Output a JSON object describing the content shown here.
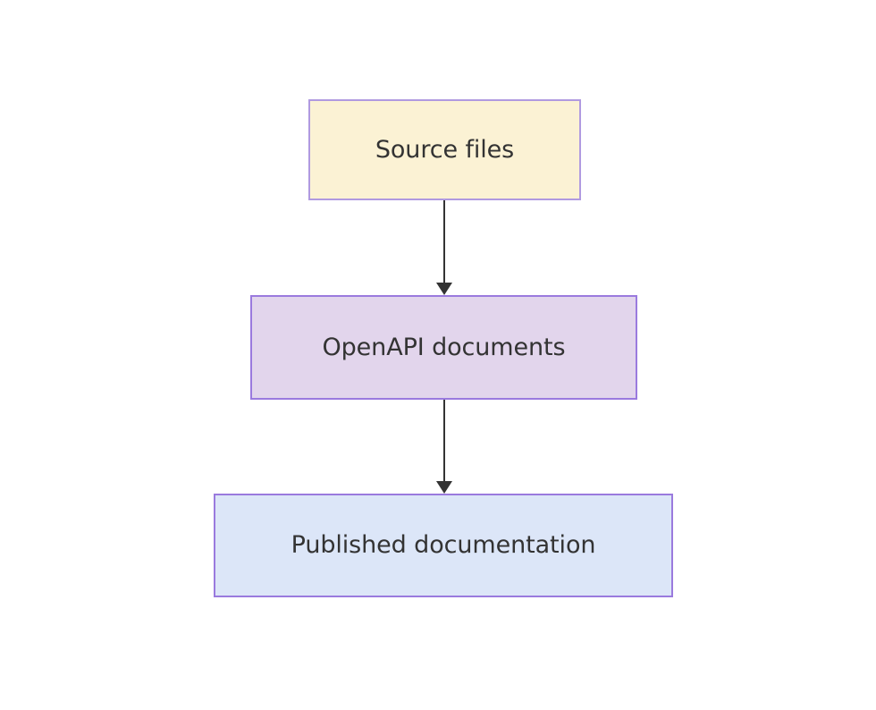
{
  "diagram": {
    "type": "flowchart",
    "direction": "top-to-bottom",
    "background_color": "#ffffff",
    "nodes": [
      {
        "id": "source-files",
        "label": "Source files",
        "fill_color": "#fbf2d4",
        "border_color": "#b09ae0",
        "text_color": "#333333"
      },
      {
        "id": "openapi-documents",
        "label": "OpenAPI documents",
        "fill_color": "#e2d5ec",
        "border_color": "#9a7ade",
        "text_color": "#333333"
      },
      {
        "id": "published-documentation",
        "label": "Published documentation",
        "fill_color": "#dce6f8",
        "border_color": "#9a7ade",
        "text_color": "#333333"
      }
    ],
    "edges": [
      {
        "id": "source-to-openapi",
        "from": "source-files",
        "to": "openapi-documents",
        "label": "",
        "color": "#333333",
        "arrowhead": "triangle-filled"
      },
      {
        "id": "openapi-to-published",
        "from": "openapi-documents",
        "to": "published-documentation",
        "label": "",
        "color": "#333333",
        "arrowhead": "triangle-filled"
      }
    ]
  }
}
